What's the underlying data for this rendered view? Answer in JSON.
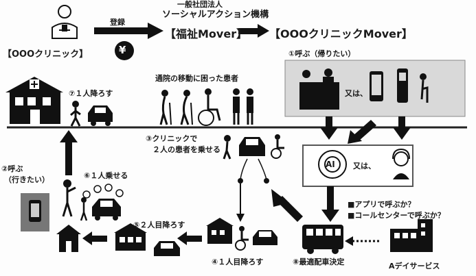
{
  "header": {
    "org_line1": "一般社団法人",
    "org_line2": "ソーシャルアクション機構",
    "register_label": "登録",
    "fukushi_mover": "【福祉Mover】",
    "clinic_mover": "【OOOクリニックMover】",
    "clinic_label": "【OOOクリニック】"
  },
  "steps": {
    "s1_call_home": "①呼ぶ（帰りたい）",
    "s2_call_go_line1": "②呼ぶ",
    "s2_call_go_line2": "（行きたい）",
    "s3_pickup_line1": "③クリニックで",
    "s3_pickup_line2": "２人の患者を乗せる",
    "s4_drop1": "④１人目降ろす",
    "s5_drop2": "⑤２人目降ろす",
    "s6_pickup1": "⑥１人乗せる",
    "s7_drop1": "⑦１人降ろす",
    "s8_dispatch": "⑧最適配車決定"
  },
  "labels": {
    "patients": "通院の移動に困った患者",
    "or_top": "又は、",
    "or_mid": "又は、",
    "question_app": "■アプリで呼ぶか？",
    "question_center": "■コールセンターで呼ぶか？",
    "day_service": "Aデイサービス",
    "yen": "¥",
    "ai": "AI"
  },
  "colors": {
    "ink": "#111111",
    "gray_box": "#d9d9d9",
    "ground": "#222222"
  }
}
